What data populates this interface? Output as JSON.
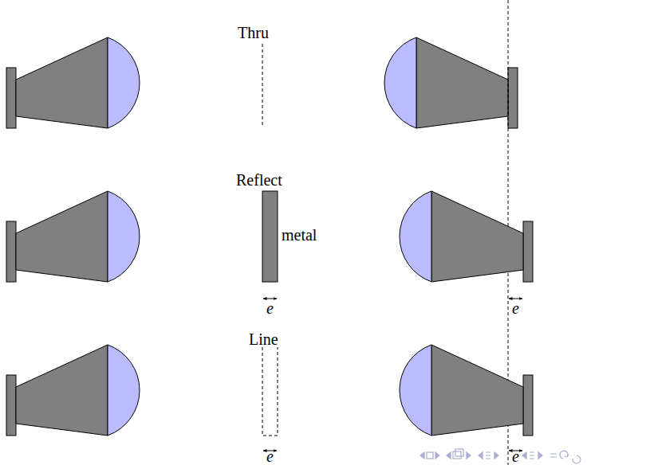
{
  "diagram": {
    "labels": [
      "Thru",
      "Reflect",
      "metal",
      "e",
      "e",
      "Line",
      "e",
      "e"
    ]
  }
}
